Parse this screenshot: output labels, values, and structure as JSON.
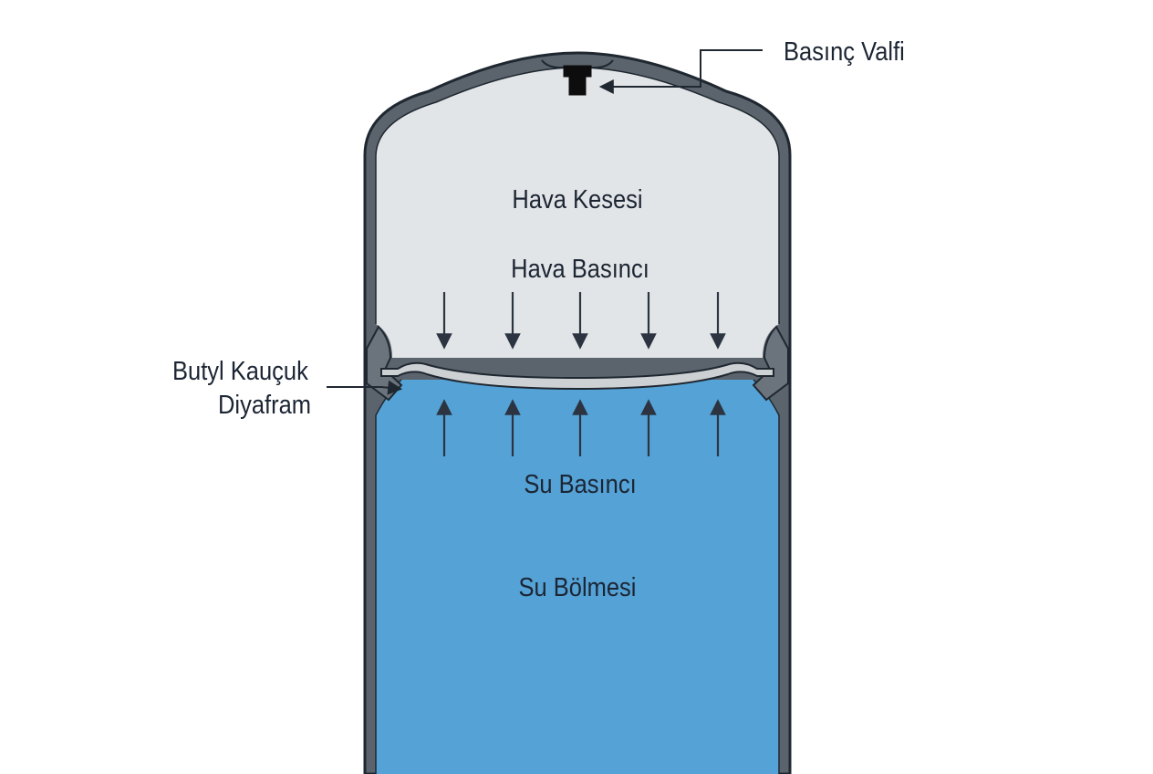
{
  "labels": {
    "valve": "Basınç Valfi",
    "air_chamber": "Hava Kesesi",
    "air_pressure": "Hava Basıncı",
    "diaphragm_line1": "Butyl Kauçuk",
    "diaphragm_line2": "Diyafram",
    "water_pressure": "Su Basıncı",
    "water_chamber": "Su Bölmesi"
  },
  "colors": {
    "tank_wall": "#5b636c",
    "outline": "#1f2730",
    "air": "#e2e5e7",
    "water": "#55a2d6",
    "diaphragm": "#cdd1d4",
    "arrow": "#2b3440",
    "valve": "#0d0d0d"
  }
}
